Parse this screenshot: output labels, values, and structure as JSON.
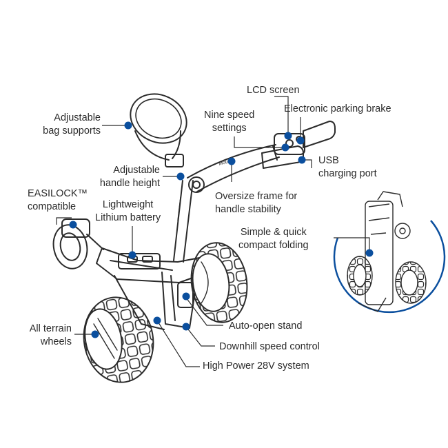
{
  "colors": {
    "accent": "#0b4f9e",
    "line": "#2b2b2b",
    "text": "#2b2b2b"
  },
  "brand_mark": "Motoc",
  "labels": {
    "lcd_screen": [
      "LCD screen"
    ],
    "nine_speed": [
      "Nine speed",
      "settings"
    ],
    "parking_brake": [
      "Electronic parking brake"
    ],
    "bag_supports": [
      "Adjustable",
      "bag supports"
    ],
    "handle_height": [
      "Adjustable",
      "handle height"
    ],
    "usb": [
      "USB",
      "charging port"
    ],
    "oversize_frame": [
      "Oversize frame for",
      "handle stability"
    ],
    "easilock": [
      "EASILOCK™",
      "compatible"
    ],
    "battery": [
      "Lightweight",
      "Lithium battery"
    ],
    "folding": [
      "Simple & quick",
      "compact folding"
    ],
    "auto_open": [
      "Auto-open stand"
    ],
    "terrain": [
      "All terrain",
      "wheels"
    ],
    "downhill": [
      "Downhill speed control"
    ],
    "power": [
      "High Power 28V system"
    ]
  }
}
